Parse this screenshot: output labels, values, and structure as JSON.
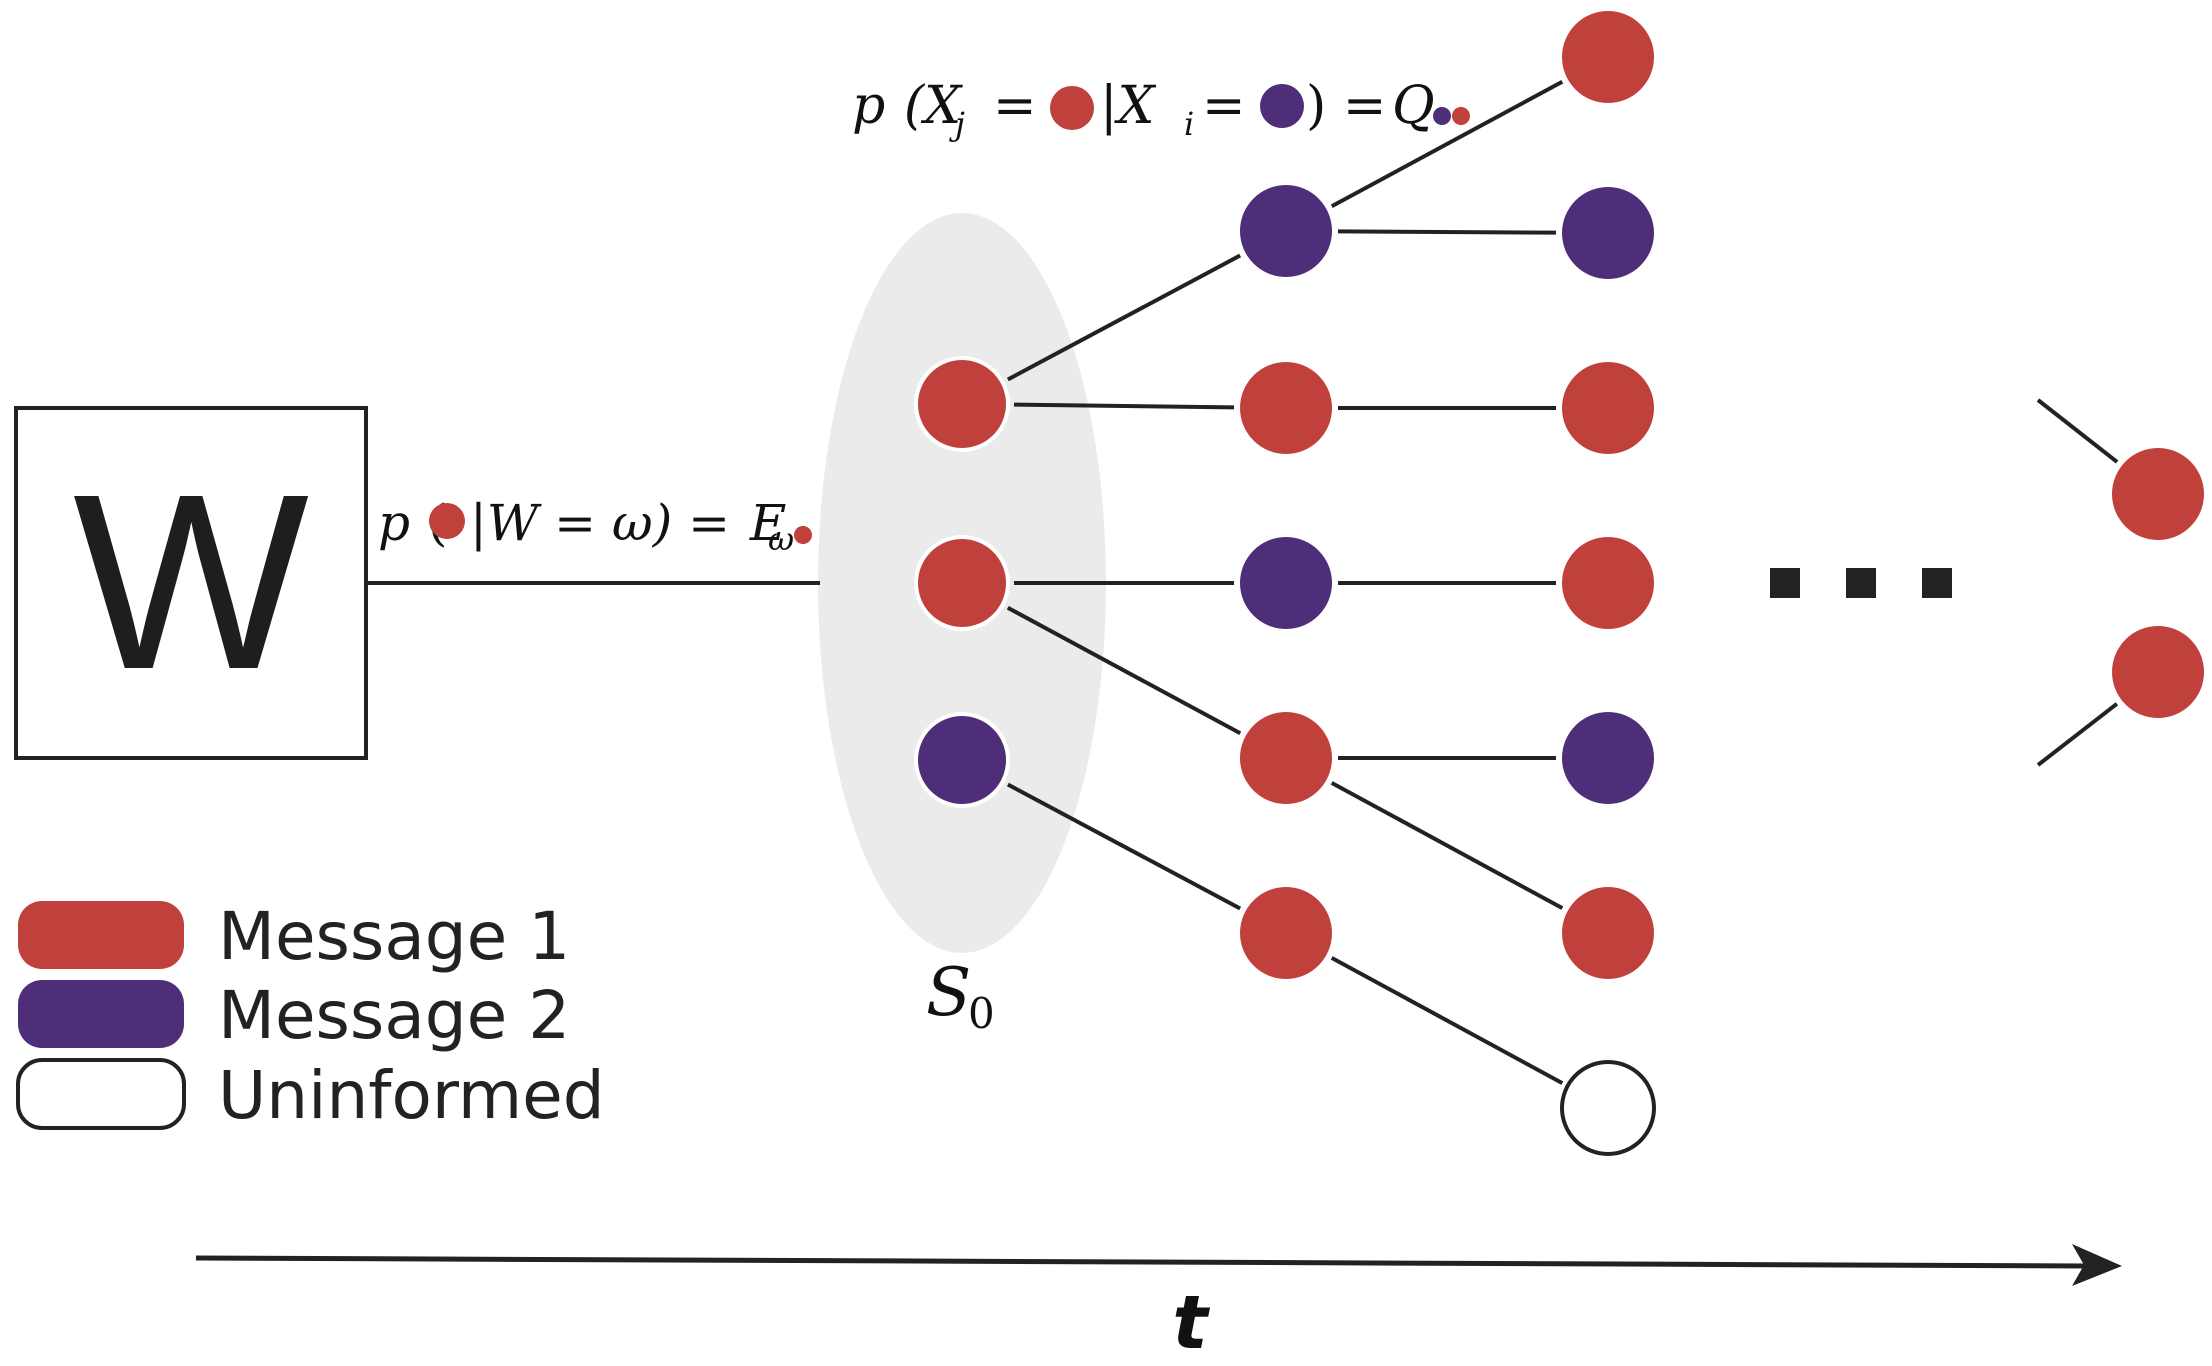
{
  "colors": {
    "message1": "#c0403b",
    "message2": "#4e2d79",
    "uninformed": "#ffffff",
    "edge": "#222222",
    "s0_ellipse": "#ebebeb"
  },
  "source": {
    "letter": "W"
  },
  "annotations": {
    "source_prob": {
      "p": "p",
      "open": "(",
      "given": "|W = ω) =",
      "e": "E",
      "sub": "ω"
    },
    "transition_prob": {
      "p": "p",
      "xj": "(X",
      "sub_j": "j",
      "eq": "=",
      "mid": "|X",
      "sub_i": "i",
      "eq2": "=",
      "close": ") =",
      "q": "Q"
    }
  },
  "seed_set": {
    "label": "S",
    "sub": "0"
  },
  "legend": {
    "items": [
      {
        "label": "Message 1",
        "type": "message1"
      },
      {
        "label": "Message 2",
        "type": "message2"
      },
      {
        "label": "Uninformed",
        "type": "uninformed"
      }
    ]
  },
  "ellipsis_label": "...",
  "time_axis": {
    "label": "t"
  },
  "network": {
    "nodes": [
      {
        "id": "s1",
        "state": "message1"
      },
      {
        "id": "s2",
        "state": "message1"
      },
      {
        "id": "s3",
        "state": "message2"
      },
      {
        "id": "a1",
        "state": "message2"
      },
      {
        "id": "a2",
        "state": "message1"
      },
      {
        "id": "a3",
        "state": "message2"
      },
      {
        "id": "a4",
        "state": "message1"
      },
      {
        "id": "a5",
        "state": "message1"
      },
      {
        "id": "b1",
        "state": "message1"
      },
      {
        "id": "b2",
        "state": "message2"
      },
      {
        "id": "b3",
        "state": "message1"
      },
      {
        "id": "b4",
        "state": "message1"
      },
      {
        "id": "b5",
        "state": "message2"
      },
      {
        "id": "b6",
        "state": "message1"
      },
      {
        "id": "b7",
        "state": "uninformed"
      },
      {
        "id": "c1",
        "state": "message1"
      },
      {
        "id": "c2",
        "state": "message1"
      }
    ],
    "edges": [
      [
        "s1",
        "a1"
      ],
      [
        "s1",
        "a2"
      ],
      [
        "s2",
        "a3"
      ],
      [
        "s2",
        "a4"
      ],
      [
        "s3",
        "a5"
      ],
      [
        "a1",
        "b1"
      ],
      [
        "a1",
        "b2"
      ],
      [
        "a2",
        "b3"
      ],
      [
        "a3",
        "b4"
      ],
      [
        "a4",
        "b5"
      ],
      [
        "a4",
        "b6"
      ],
      [
        "a5",
        "b7"
      ]
    ]
  }
}
